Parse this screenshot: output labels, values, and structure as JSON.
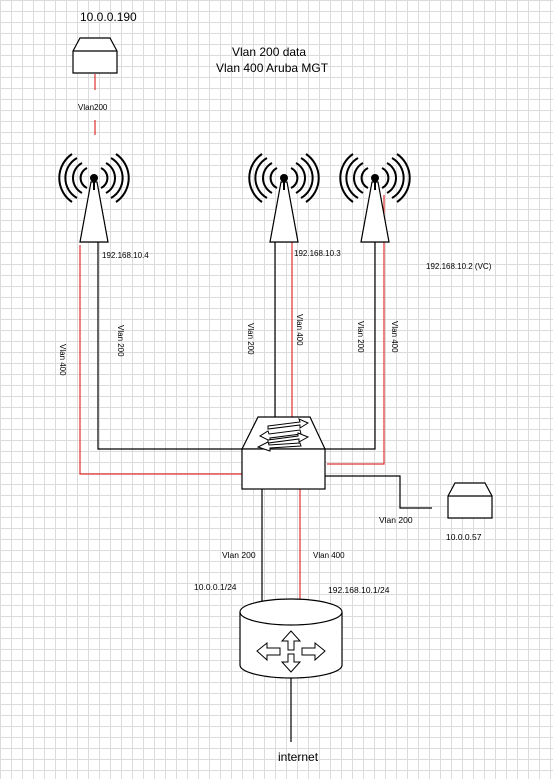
{
  "title": {
    "line1": "Vlan 200 data",
    "line2": "Vlan 400 Aruba MGT"
  },
  "devices": {
    "top_client_ip": "10.0.0.190",
    "right_client_ip": "10.0.0.57",
    "router_bottom_label": "internet"
  },
  "access_points": {
    "ap1_ip": "192.168.10.4",
    "ap2_ip": "192.168.10.3",
    "ap3_ip": "192.168.10.2 (VC)"
  },
  "links": {
    "top_client_vlan": "Vlan200",
    "ap1_black": "Vlan 200",
    "ap1_red": "Vlan 400",
    "ap2_black": "Vlan 200",
    "ap2_red": "Vlan 400",
    "ap3_black": "Vlan 200",
    "ap3_red": "Vlan 400",
    "right_client_vlan": "Vlan 200",
    "uplink_black": "Vlan 200",
    "uplink_red": "Vlan 400",
    "uplink_black_ip": "10.0.0.1/24",
    "uplink_red_ip": "192.168.10.1/24"
  },
  "colors": {
    "data_line": "#000000",
    "mgmt_line": "#e03030"
  }
}
